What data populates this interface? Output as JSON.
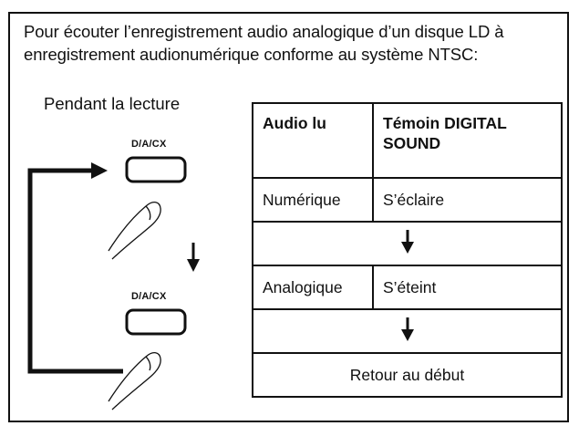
{
  "intro": {
    "line1": "Pour écouter l’enregistrement audio analogique d’un disque LD à",
    "line2": "enregistrement audionumérique conforme au système NTSC:"
  },
  "procedure": {
    "during_label": "Pendant la lecture",
    "button_label_top": "D/A/CX",
    "button_label_bottom": "D/A/CX"
  },
  "table": {
    "header": {
      "col1": "Audio lu",
      "col2_line1": "Témoin DIGITAL",
      "col2_line2": "SOUND"
    },
    "row1": {
      "audio": "Numérique",
      "indicator": "S’éclaire"
    },
    "row2": {
      "audio": "Analogique",
      "indicator": "S’éteint"
    },
    "footer": "Retour au début"
  }
}
